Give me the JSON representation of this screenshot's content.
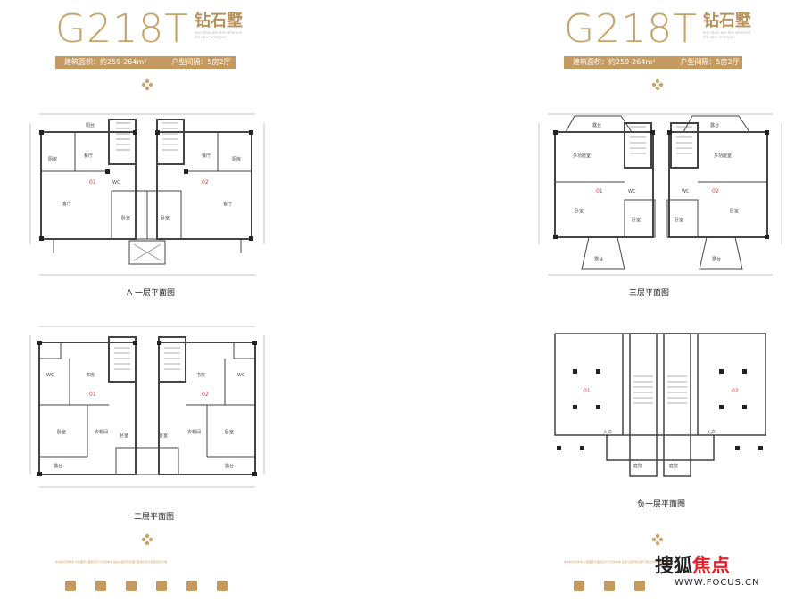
{
  "brochure": {
    "model": "G218T",
    "series": "钻石墅",
    "series_subtitle": "any stain win des whereve life ober enterpen",
    "area_label": "建筑面积：约259-264m²",
    "layout_label": "户型间隔：5房2厅"
  },
  "plans": {
    "first_floor": {
      "caption": "A  一层平面图",
      "unit_left": "01",
      "unit_right": "02",
      "rooms": [
        "阳台",
        "厨房",
        "餐厅",
        "客厅",
        "卧室",
        "WC"
      ]
    },
    "third_floor": {
      "caption": "三层平面图",
      "unit_left": "01",
      "unit_right": "02",
      "rooms": [
        "露台",
        "多功能室",
        "卧室",
        "WC"
      ]
    },
    "second_floor": {
      "caption": "二层平面图",
      "unit_left": "01",
      "unit_right": "02",
      "rooms": [
        "书房",
        "卧室",
        "WC",
        "衣帽间",
        "露台"
      ]
    },
    "basement": {
      "caption": "负一层平面图",
      "unit_left": "01",
      "unit_right": "02",
      "rooms": [
        "入户",
        "庭院"
      ]
    }
  },
  "footer": {
    "disclaimer": "本资料仅供参考 户型图所示面积及尺寸仅供参考 最终以政府有关部门批准文件及买卖合同为准",
    "icons": [
      "icon-1",
      "icon-2",
      "icon-3",
      "icon-4",
      "icon-5",
      "icon-6"
    ]
  },
  "watermark": {
    "brand_black": "搜狐",
    "brand_red": "焦点",
    "url": "WWW.FOCUS.CN"
  },
  "colors": {
    "gold": "#c49a60",
    "light_gold": "#c6a46a",
    "line": "#444444",
    "brand_red": "#e0242b"
  }
}
